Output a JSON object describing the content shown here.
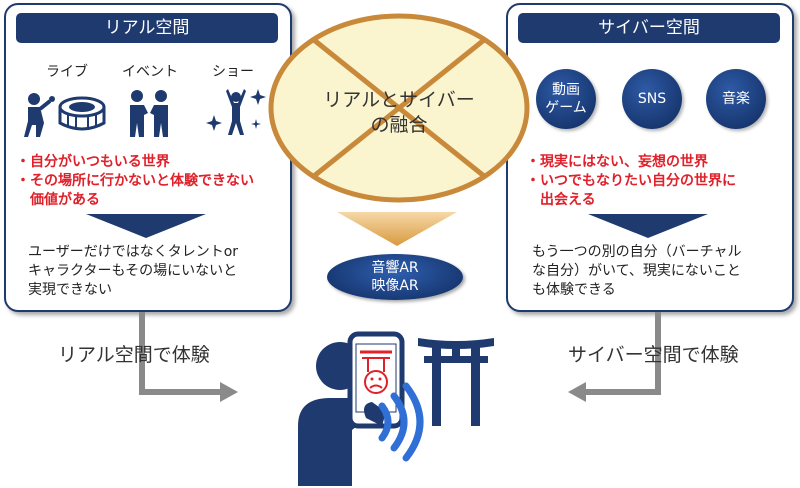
{
  "left_panel": {
    "title": "リアル空間",
    "categories": [
      "ライブ",
      "イベント",
      "ショー"
    ],
    "red_points": [
      "・自分がいつもいる世界",
      "・その場所に行かないと体験できない",
      "価値がある"
    ],
    "body_lines": [
      "ユーザーだけではなくタレントor",
      "キャラクターもその場にいないと",
      "実現できない"
    ],
    "caption": "リアル空間で体験"
  },
  "right_panel": {
    "title": "サイバー空間",
    "circles": [
      {
        "line1": "動画",
        "line2": "ゲーム"
      },
      {
        "line1": "SNS",
        "line2": ""
      },
      {
        "line1": "音楽",
        "line2": ""
      }
    ],
    "red_points": [
      "・現実にはない、妄想の世界",
      "・いつでもなりたい自分の世界に",
      "出会える"
    ],
    "body_lines": [
      "もう一つの別の自分（バーチャル",
      "な自分）がいて、現実にないこと",
      "も体験できる"
    ],
    "caption": "サイバー空間で体験"
  },
  "center": {
    "fusion_line1": "リアルとサイバー",
    "fusion_line2": "の融合",
    "ar_line1": "音響AR",
    "ar_line2": "映像AR"
  },
  "colors": {
    "navy": "#1f3a6e",
    "red": "#e0202a",
    "ellipse_fill": "#fbf5cf",
    "ellipse_stroke": "#c9893a",
    "arrow_gold": "#d99a3e",
    "wave_blue": "#2f6fd6",
    "gray": "#8a8a8a"
  }
}
